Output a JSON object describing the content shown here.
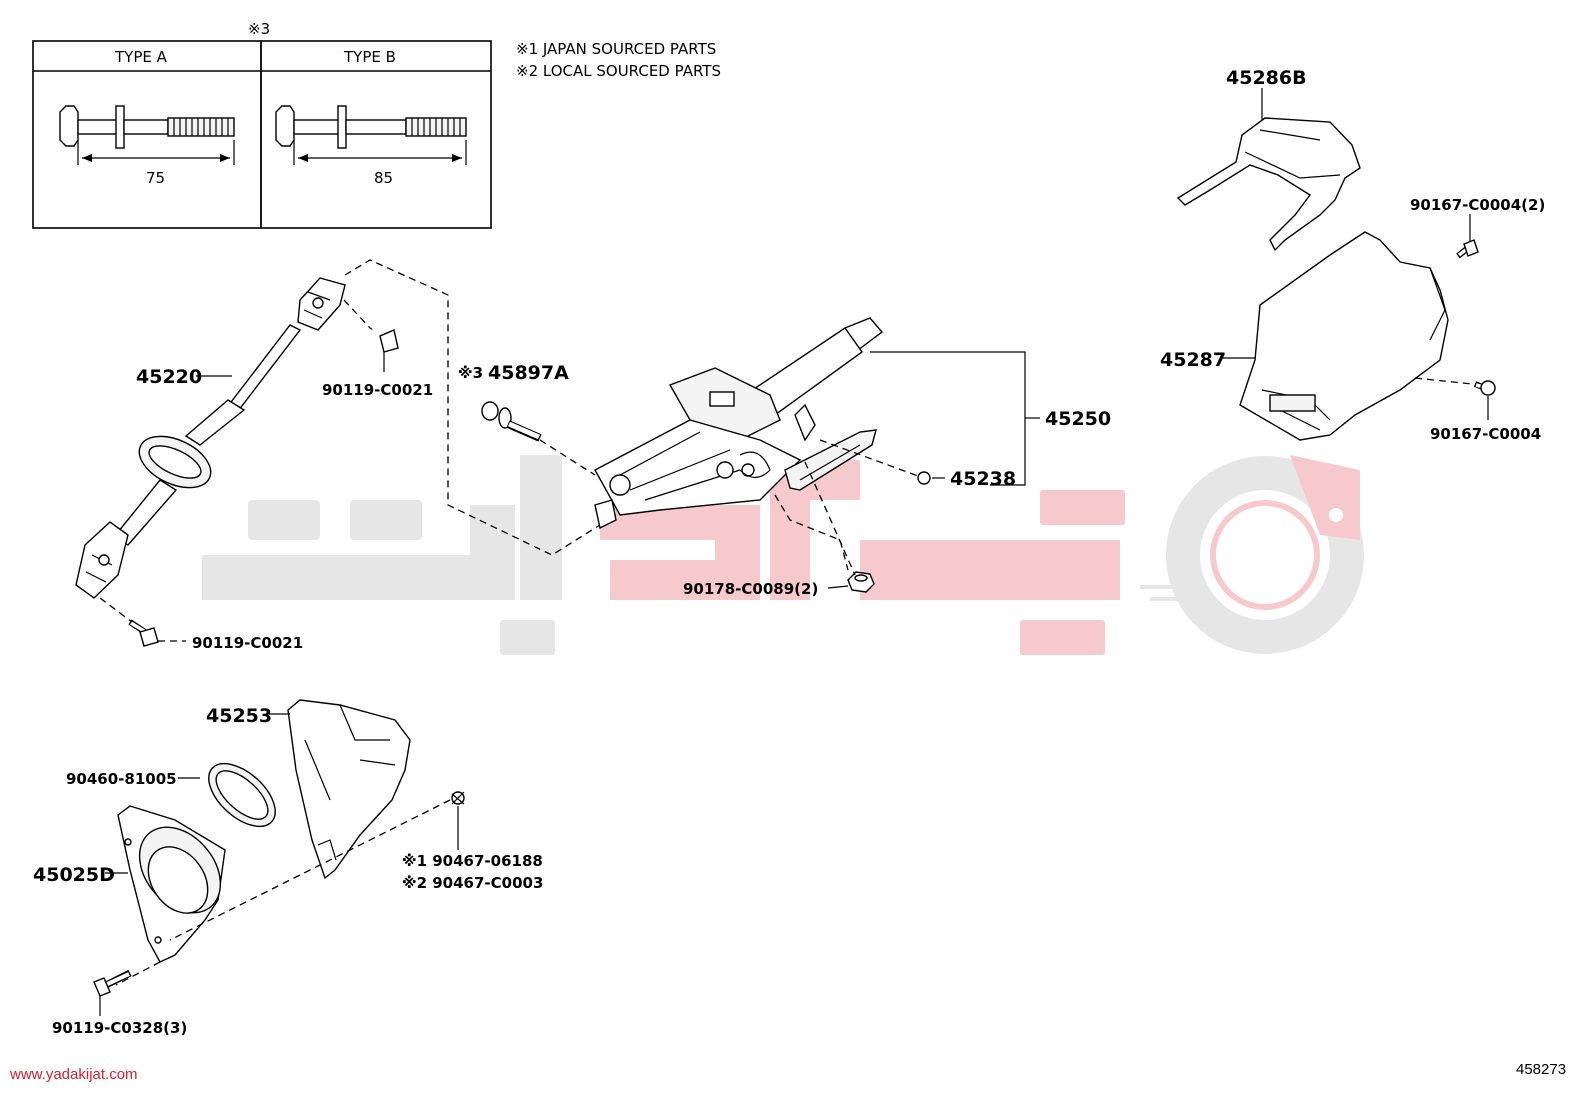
{
  "type_table": {
    "mark": "※3",
    "type_a": {
      "label": "TYPE A",
      "length": "75"
    },
    "type_b": {
      "label": "TYPE B",
      "length": "85"
    }
  },
  "notes": [
    "※1 JAPAN SOURCED PARTS",
    "※2 LOCAL SOURCED PARTS"
  ],
  "parts": {
    "p45220": "45220",
    "p90119_c0021_top": "90119-C0021",
    "p90119_c0021_bottom": "90119-C0021",
    "p45897a_mark": "※3",
    "p45897a": "45897A",
    "p45250": "45250",
    "p45238": "45238",
    "p90178": "90178-C0089(2)",
    "p45286b": "45286B",
    "p90167_c0004_2": "90167-C0004(2)",
    "p45287": "45287",
    "p90167_c0004": "90167-C0004",
    "p45253": "45253",
    "p90460": "90460-81005",
    "p45025d": "45025D",
    "p90467_06188": "※1 90467-06188",
    "p90467_c0003": "※2 90467-C0003",
    "p90119_c0328": "90119-C0328(3)"
  },
  "footer": {
    "watermark_url": "www.yadakijat.com",
    "illustration_id": "458273"
  },
  "colors": {
    "watermark_gray": "#e6e6e6",
    "watermark_red": "#f6c9cd",
    "watermark_text": "#d2202f"
  }
}
